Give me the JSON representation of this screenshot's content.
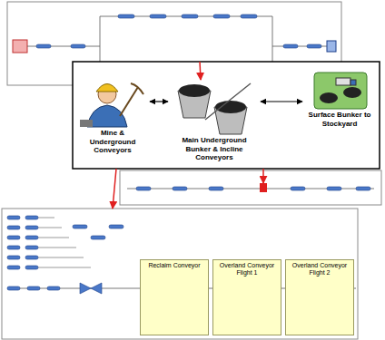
{
  "diagram": {
    "nodes": [
      {
        "text": [
          "Mine & Underground Conveyors"
        ]
      },
      {
        "text": [
          "Main Underground Bunker & Incline Conveyors"
        ]
      },
      {
        "text": [
          "Surface Bunker to Stockyard"
        ]
      },
      {
        "text": [
          "Reclaim Conveyor"
        ]
      },
      {
        "text": [
          "Overland Conveyor Flight 1"
        ]
      },
      {
        "text": [
          "Overland Conveyor Flight 2"
        ]
      }
    ],
    "edges": [
      {
        "from": 0,
        "to": 1,
        "arrow": "both"
      },
      {
        "from": 1,
        "to": 2,
        "arrow": "both"
      }
    ]
  }
}
